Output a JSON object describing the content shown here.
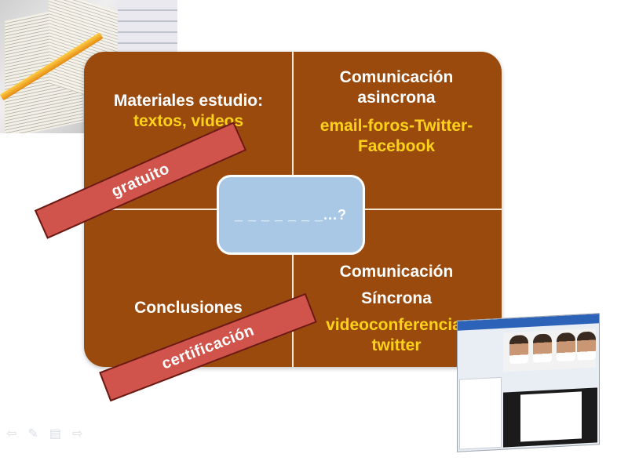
{
  "quadrants": {
    "top_left": {
      "title": "Materiales estudio:",
      "subtitle": "textos, videos"
    },
    "top_right": {
      "title_line1": "Comunicación",
      "title_line2": "asincrona",
      "subtitle_line1": "email-foros-Twitter-",
      "subtitle_line2": "Facebook"
    },
    "bottom_left": {
      "title": "Conclusiones"
    },
    "bottom_right": {
      "title_line1": "Comunicación",
      "title_line2": "Síncrona",
      "subtitle_line1": "videoconferencia-",
      "subtitle_line2": "twitter"
    }
  },
  "center": {
    "label": "_ _ _ _ _ _ _...?"
  },
  "ribbons": {
    "top": "gratuito",
    "bottom": "certificación"
  },
  "colors": {
    "grid": "#9a4a0d",
    "ribbon": "#d0544b",
    "center": "#a9c8e5",
    "highlight": "#ffd21a"
  },
  "icons": [
    "prev-arrow-icon",
    "pen-icon",
    "menu-icon",
    "next-arrow-icon"
  ]
}
